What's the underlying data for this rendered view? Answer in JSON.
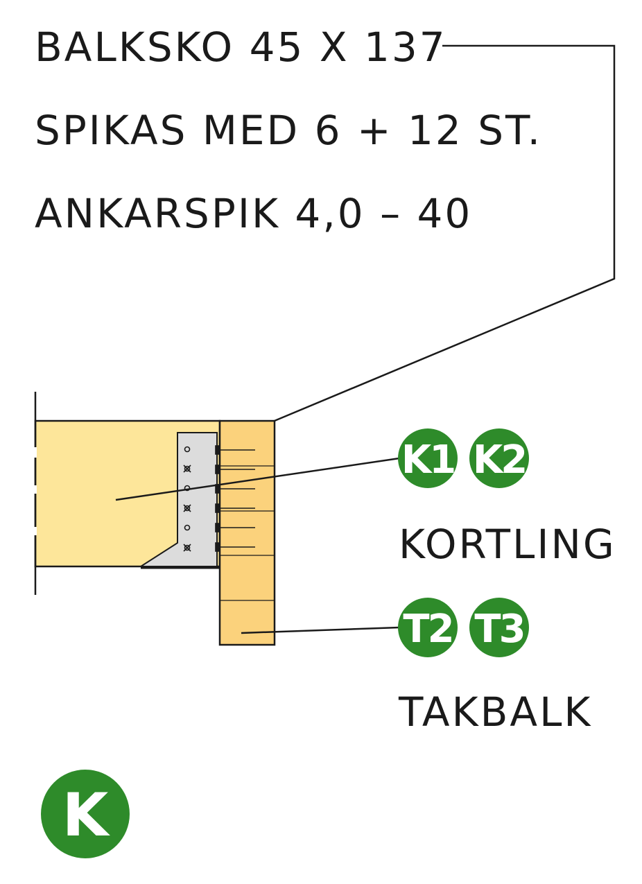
{
  "spec": {
    "line1": "BALKSKO 45 X 137",
    "line2": "SPIKAS MED 6 + 12 ST.",
    "line3": "ANKARSPIK 4,0 – 40"
  },
  "kortling": {
    "badges": [
      "K1",
      "K2"
    ],
    "label": "KORTLING"
  },
  "takbalk": {
    "badges": [
      "T2",
      "T3"
    ],
    "label": "TAKBALK"
  },
  "detail_badge": "K",
  "colors": {
    "badge_green": "#2e8b2a",
    "wood_light": "#fde69a",
    "wood_dark": "#fbd27c",
    "steel": "#dcdcdc",
    "line": "#1a1a1a"
  }
}
